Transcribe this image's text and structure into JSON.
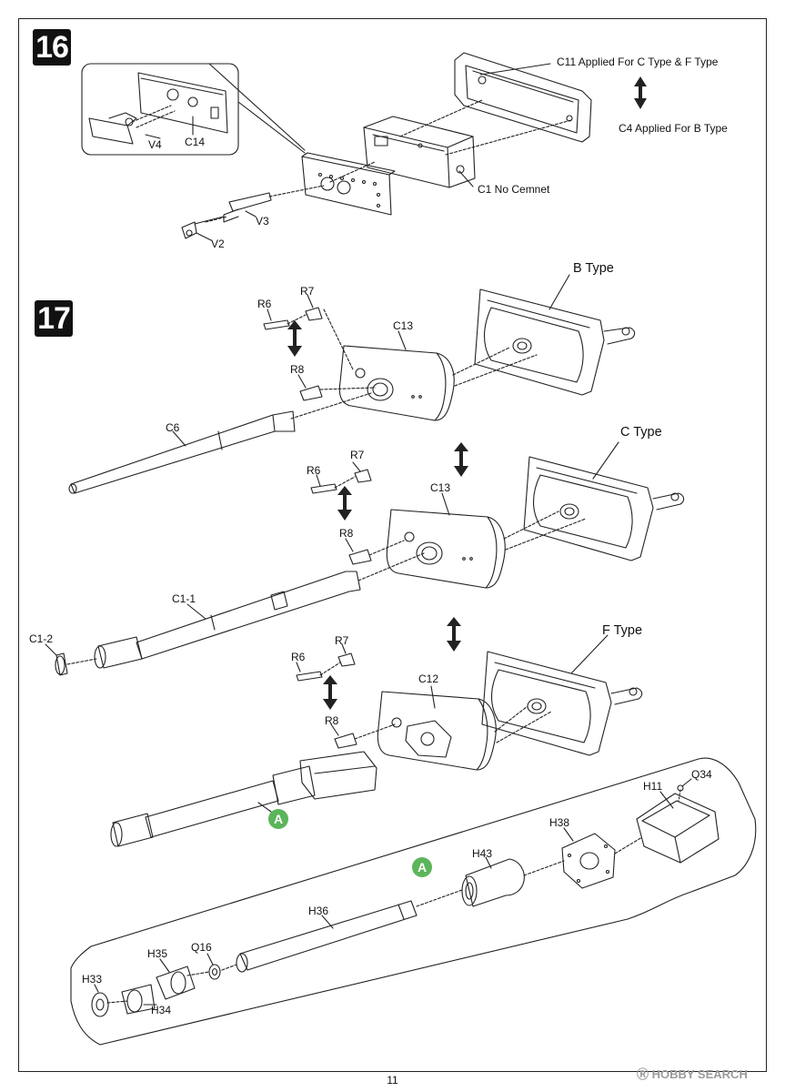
{
  "page_number": "11",
  "watermark": "Ⓡ HOBBY SEARCH",
  "colors": {
    "line": "#222222",
    "badge": "#111111",
    "assembly_marker": "#5bb55a"
  },
  "step16": {
    "number": "16",
    "parts": {
      "v4": "V4",
      "c14": "C14",
      "v3": "V3",
      "v2": "V2",
      "c1": "C1 No Cemnet",
      "c11": "C11 Applied For C Type & F Type",
      "c4": "C4 Applied For B Type"
    }
  },
  "step17": {
    "number": "17",
    "b_type": {
      "title": "B Type",
      "parts": {
        "r6": "R6",
        "r7": "R7",
        "r8": "R8",
        "c13": "C13",
        "c6": "C6"
      }
    },
    "c_type": {
      "title": "C Type",
      "parts": {
        "r6": "R6",
        "r7": "R7",
        "r8": "R8",
        "c13": "C13",
        "c1_1": "C1-1",
        "c1_2": "C1-2"
      }
    },
    "f_type": {
      "title": "F Type",
      "parts": {
        "r6": "R6",
        "r7": "R7",
        "r8": "R8",
        "c12": "C12"
      },
      "marker": "A"
    },
    "subassembly_a": {
      "marker": "A",
      "parts": {
        "h11": "H11",
        "q34": "Q34",
        "h38": "H38",
        "h43": "H43",
        "h36": "H36",
        "q16": "Q16",
        "h35": "H35",
        "h33": "H33",
        "h34": "H34"
      }
    }
  }
}
